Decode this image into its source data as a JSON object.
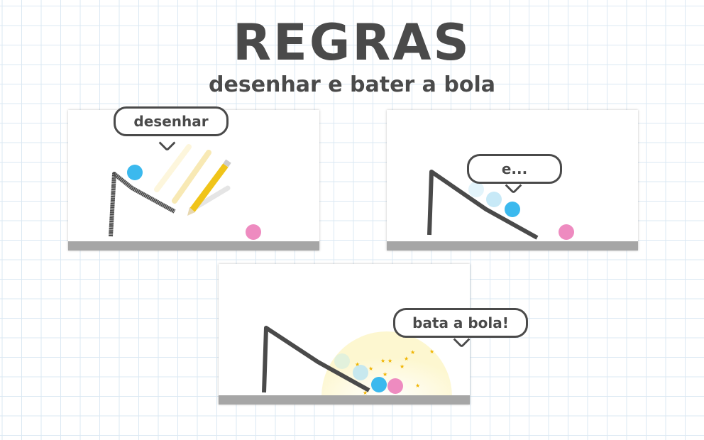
{
  "header": {
    "title": "REGRAS",
    "subtitle": "desenhar e bater a bola"
  },
  "panels": [
    {
      "bubble": "desenhar"
    },
    {
      "bubble": "e..."
    },
    {
      "bubble": "bata a bola!"
    }
  ],
  "colors": {
    "blue_ball": "#3bb9ee",
    "pink_ball": "#ee8bc0",
    "ground": "#a6a6a6",
    "line": "#4a4a4a",
    "pencil": "#f0c419"
  }
}
